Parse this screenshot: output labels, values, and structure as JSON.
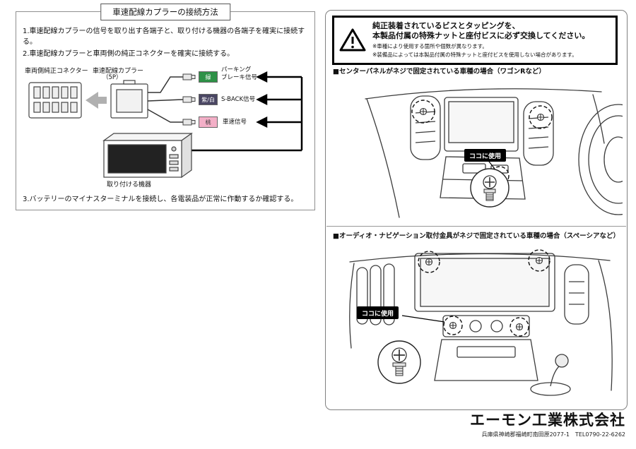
{
  "left_panel": {
    "title": "車速配線カプラーの接続方法",
    "steps": [
      "1.車速配線カプラーの信号を取り出す各端子と、取り付ける機器の各端子を確実に接続する。",
      "2.車速配線カプラーと車両側の純正コネクターを確実に接続する。",
      "3.バッテリーのマイナスターミナルを接続し、各電装品が正常に作動するか確認する。"
    ],
    "diagram": {
      "vehicle_connector_label": "車両側純正コネクター",
      "coupler_label": "車速配線カプラー",
      "coupler_pin_count": "（5P）",
      "device_label": "取り付ける機器",
      "wires": [
        {
          "chip": "緑",
          "chip_bg": "#2e9147",
          "chip_fg": "#ffffff",
          "signal_lines": [
            "パーキング",
            "ブレーキ信号"
          ]
        },
        {
          "chip": "紫/白",
          "chip_bg": "#4a4663",
          "chip_fg": "#ffffff",
          "signal_lines": [
            "S-BACK信号"
          ]
        },
        {
          "chip": "桃",
          "chip_bg": "#f3afc7",
          "chip_fg": "#333333",
          "signal_lines": [
            "車速信号"
          ]
        }
      ]
    }
  },
  "right_panel": {
    "warning": {
      "heading_line1": "純正装着されているビスとタッピングを、",
      "heading_line2": "本製品付属の特殊ナットと座付ビスに必ず交換してください。",
      "note1": "※車種により使用する箇所や個数が異なります。",
      "note2": "※装備品によっては本製品付属の特殊ナットと座付ビスを使用しない場合があります。"
    },
    "section1": {
      "heading": "■センターパネルがネジで固定されている車種の場合（ワゴンRなど）",
      "callout": "ココに使用"
    },
    "section2": {
      "heading": "■オーディオ・ナビゲーション取付金具がネジで固定されている車種の場合（スペーシアなど）",
      "callout": "ココに使用"
    }
  },
  "footer": {
    "company": "エーモン工業株式会社",
    "address": "兵庫県神崎郡福崎町南田原2077-1　TEL0790-22-6262"
  }
}
